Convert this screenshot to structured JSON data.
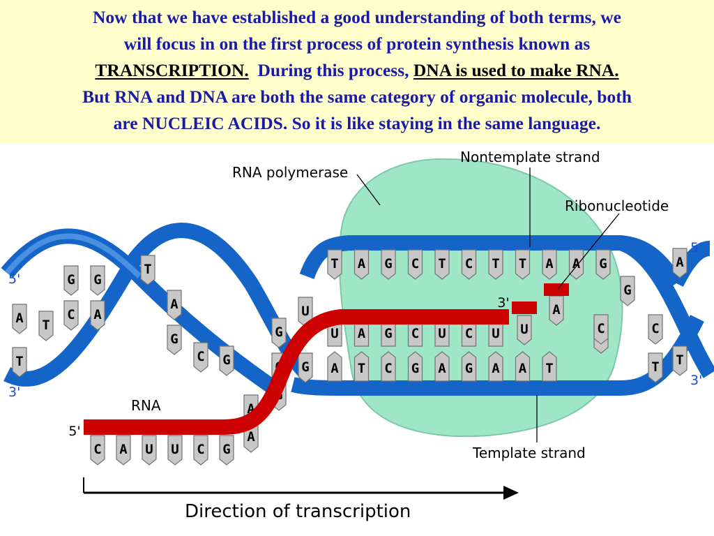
{
  "slide": {
    "line1": "Now that we have established a good understanding of both terms, we",
    "line2": "will focus in on the first process of protein synthesis known as",
    "line3_term": "TRANSCRIPTION.",
    "line3_mid": "During this process,",
    "line3_end": "DNA is used to make RNA.",
    "line4": "But RNA and DNA are both the same category of organic molecule, both",
    "line5": "are NUCLEIC ACIDS. So it is like staying in the same language."
  },
  "diagram": {
    "labels": {
      "rna_polymerase": "RNA polymerase",
      "nontemplate_strand": "Nontemplate strand",
      "ribonucleotide": "Ribonucleotide",
      "rna": "RNA",
      "template_strand": "Template strand",
      "direction": "Direction of transcription"
    },
    "ends": {
      "left_top": "5'",
      "left_bottom": "3'",
      "right_top": "5'",
      "right_bottom": "3'",
      "rna_5": "5'",
      "rna_3": "3'"
    },
    "bases": {
      "nontemplate_top": [
        "T",
        "A",
        "G",
        "C",
        "T",
        "C",
        "T",
        "T",
        "A",
        "A",
        "G"
      ],
      "bubble_rna_row": [
        "U",
        "A",
        "G",
        "C",
        "U",
        "C",
        "U"
      ],
      "template_row": [
        "A",
        "T",
        "C",
        "G",
        "A",
        "G",
        "A",
        "A",
        "T"
      ],
      "rna_lower": [
        "C",
        "A",
        "U",
        "U",
        "C",
        "G"
      ],
      "ribonucleotide_base": "A",
      "rna_3_base": "U",
      "left_helix": [
        "A",
        "T",
        "G",
        "C",
        "G",
        "A",
        "T",
        "A",
        "G",
        "C",
        "G",
        "T"
      ],
      "right_helix": [
        "G",
        "G",
        "A",
        "C",
        "C",
        "T",
        "T"
      ],
      "transition": [
        "G",
        "U",
        "G",
        "A",
        "G",
        "G",
        "A"
      ]
    }
  },
  "colors": {
    "title_text": "#1a1aa6",
    "title_bg": "#ffffcc",
    "dna_backbone": "#1565c8",
    "dna_light": "#4a90e2",
    "rna_strand": "#cc0000",
    "polymerase": "#9fe6c8"
  }
}
